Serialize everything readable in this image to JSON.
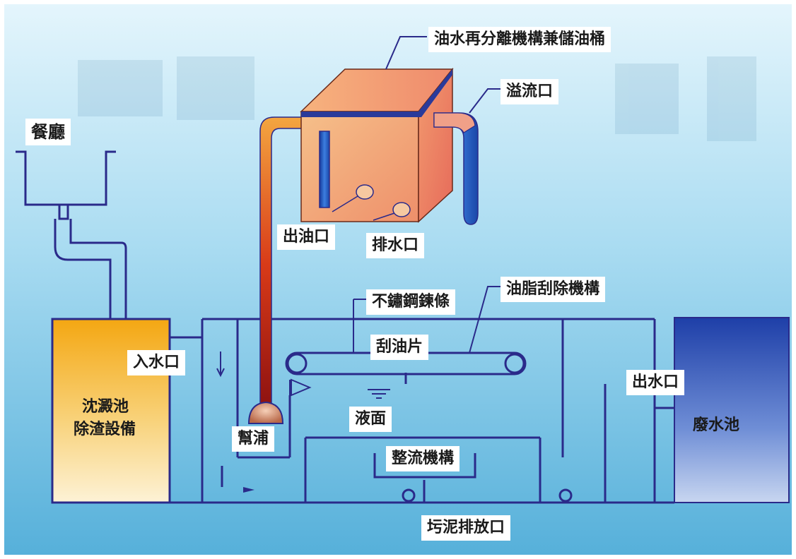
{
  "labels": {
    "restaurant": "餐廳",
    "separator_tank": "油水再分離機構兼儲油桶",
    "overflow": "溢流口",
    "oil_outlet": "出油口",
    "drain_outlet": "排水口",
    "grease_removal": "油脂刮除機構",
    "stainless_chain": "不鏽鋼鍊條",
    "scraper": "刮油片",
    "water_inlet": "入水口",
    "sediment_line1": "沈澱池",
    "sediment_line2": "除渣設備",
    "pump": "幫浦",
    "liquid_level": "液面",
    "flow_regulator": "整流機構",
    "water_outlet": "出水口",
    "wastewater_pool": "廢水池",
    "sludge_outlet": "圬泥排放口"
  },
  "colors": {
    "background_top": "#dff2fb",
    "background_bottom": "#5fb6dc",
    "outline": "#2a2a8a",
    "sediment_tank": "#f6b822",
    "wastewater_tank": "#2d54b8",
    "oil_box": "#f0a070",
    "oil_pipe": "#c82010"
  }
}
